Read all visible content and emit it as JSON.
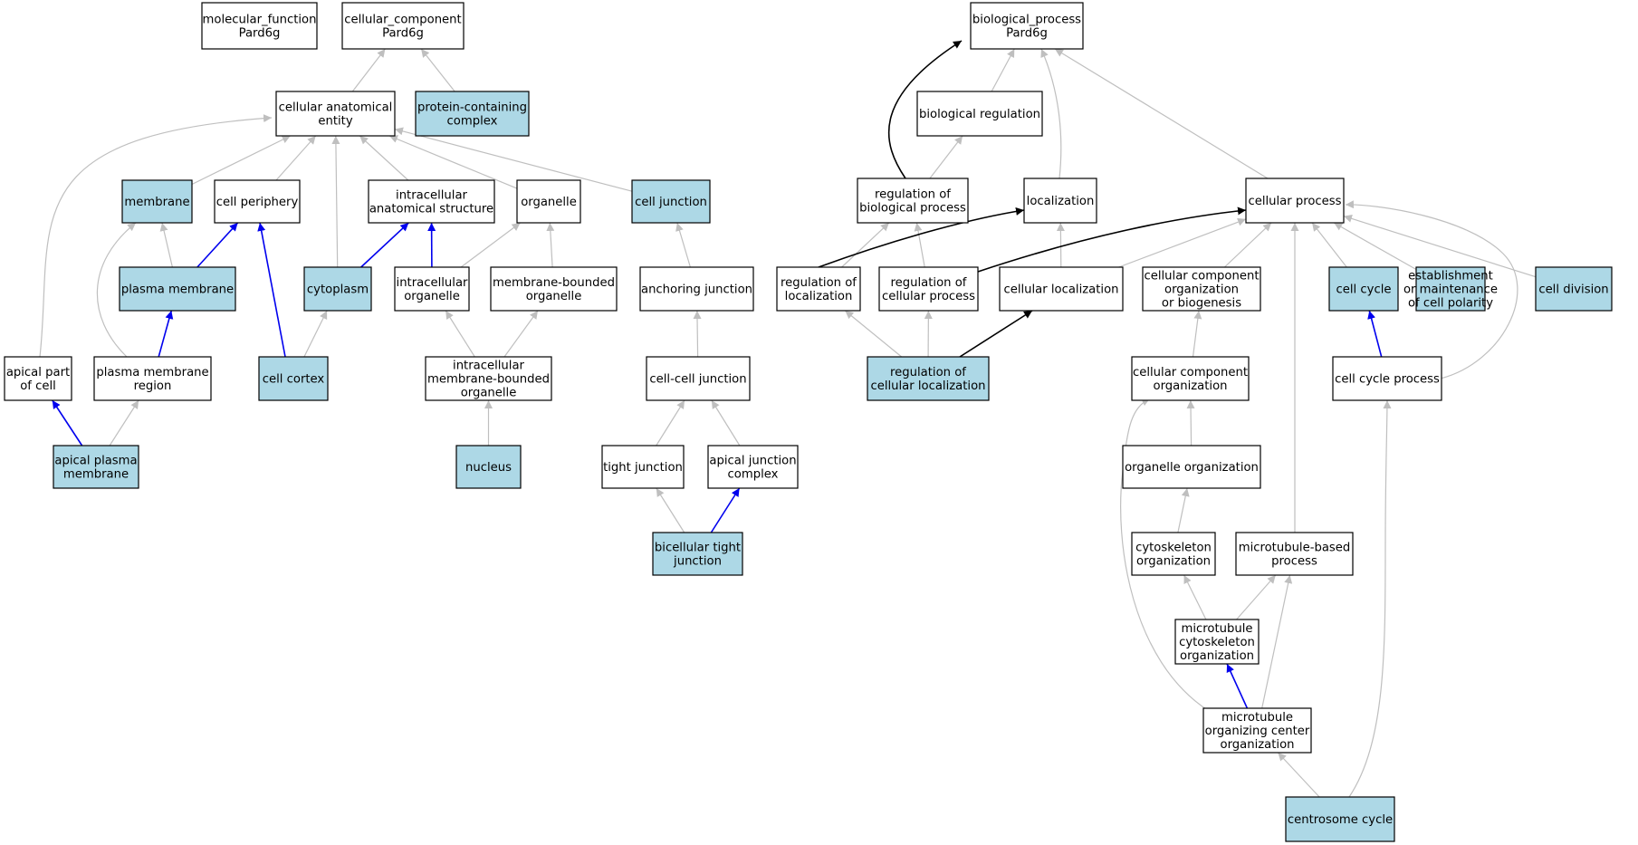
{
  "colors": {
    "highlight_fill": "#add8e6",
    "plain_fill": "#ffffff",
    "edge_is_a": "#bfbfbf",
    "edge_part_of": "#0000ee",
    "edge_regulates": "#000000"
  },
  "nodes": [
    {
      "id": "mf",
      "lines": [
        "molecular_function",
        "Pard6g"
      ],
      "highlight": false
    },
    {
      "id": "cc",
      "lines": [
        "cellular_component",
        "Pard6g"
      ],
      "highlight": false
    },
    {
      "id": "bp",
      "lines": [
        "biological_process",
        "Pard6g"
      ],
      "highlight": false
    },
    {
      "id": "cae",
      "lines": [
        "cellular anatomical",
        "entity"
      ],
      "highlight": false
    },
    {
      "id": "pcc",
      "lines": [
        "protein-containing",
        "complex"
      ],
      "highlight": true
    },
    {
      "id": "biological-regulation",
      "lines": [
        "biological regulation"
      ],
      "highlight": false
    },
    {
      "id": "membrane",
      "lines": [
        "membrane"
      ],
      "highlight": true
    },
    {
      "id": "cell-periphery",
      "lines": [
        "cell periphery"
      ],
      "highlight": false
    },
    {
      "id": "ias",
      "lines": [
        "intracellular",
        "anatomical structure"
      ],
      "highlight": false
    },
    {
      "id": "organelle",
      "lines": [
        "organelle"
      ],
      "highlight": false
    },
    {
      "id": "cell-junction",
      "lines": [
        "cell junction"
      ],
      "highlight": true
    },
    {
      "id": "rbp",
      "lines": [
        "regulation of",
        "biological process"
      ],
      "highlight": false
    },
    {
      "id": "localization",
      "lines": [
        "localization"
      ],
      "highlight": false
    },
    {
      "id": "cellular-process",
      "lines": [
        "cellular process"
      ],
      "highlight": false
    },
    {
      "id": "plasma-membrane",
      "lines": [
        "plasma membrane"
      ],
      "highlight": true
    },
    {
      "id": "cytoplasm",
      "lines": [
        "cytoplasm"
      ],
      "highlight": true
    },
    {
      "id": "intracellular-organelle",
      "lines": [
        "intracellular",
        "organelle"
      ],
      "highlight": false
    },
    {
      "id": "mbo",
      "lines": [
        "membrane-bounded",
        "organelle"
      ],
      "highlight": false
    },
    {
      "id": "anchoring-junction",
      "lines": [
        "anchoring junction"
      ],
      "highlight": false
    },
    {
      "id": "rl",
      "lines": [
        "regulation of",
        "localization"
      ],
      "highlight": false
    },
    {
      "id": "rcp",
      "lines": [
        "regulation of",
        "cellular process"
      ],
      "highlight": false
    },
    {
      "id": "cellular-localization",
      "lines": [
        "cellular localization"
      ],
      "highlight": false
    },
    {
      "id": "ccob",
      "lines": [
        "cellular component",
        "organization",
        "or biogenesis"
      ],
      "highlight": false
    },
    {
      "id": "cell-cycle",
      "lines": [
        "cell cycle"
      ],
      "highlight": true
    },
    {
      "id": "ecp",
      "lines": [
        "establishment",
        "or maintenance",
        "of cell polarity"
      ],
      "highlight": true
    },
    {
      "id": "cell-division",
      "lines": [
        "cell division"
      ],
      "highlight": true
    },
    {
      "id": "apical-part",
      "lines": [
        "apical part",
        "of cell"
      ],
      "highlight": false
    },
    {
      "id": "pmr",
      "lines": [
        "plasma membrane",
        "region"
      ],
      "highlight": false
    },
    {
      "id": "cell-cortex",
      "lines": [
        "cell cortex"
      ],
      "highlight": true
    },
    {
      "id": "imbo",
      "lines": [
        "intracellular",
        "membrane-bounded",
        "organelle"
      ],
      "highlight": false
    },
    {
      "id": "ccj",
      "lines": [
        "cell-cell junction"
      ],
      "highlight": false
    },
    {
      "id": "rcl",
      "lines": [
        "regulation of",
        "cellular localization"
      ],
      "highlight": true
    },
    {
      "id": "cco",
      "lines": [
        "cellular component",
        "organization"
      ],
      "highlight": false
    },
    {
      "id": "ccp",
      "lines": [
        "cell cycle process"
      ],
      "highlight": false
    },
    {
      "id": "apm",
      "lines": [
        "apical plasma",
        "membrane"
      ],
      "highlight": true
    },
    {
      "id": "nucleus",
      "lines": [
        "nucleus"
      ],
      "highlight": true
    },
    {
      "id": "tight-junction",
      "lines": [
        "tight junction"
      ],
      "highlight": false
    },
    {
      "id": "ajc",
      "lines": [
        "apical junction",
        "complex"
      ],
      "highlight": false
    },
    {
      "id": "organelle-organization",
      "lines": [
        "organelle organization"
      ],
      "highlight": false
    },
    {
      "id": "btj",
      "lines": [
        "bicellular tight",
        "junction"
      ],
      "highlight": true
    },
    {
      "id": "cytoskeleton-organization",
      "lines": [
        "cytoskeleton",
        "organization"
      ],
      "highlight": false
    },
    {
      "id": "mbp",
      "lines": [
        "microtubule-based",
        "process"
      ],
      "highlight": false
    },
    {
      "id": "mco",
      "lines": [
        "microtubule",
        "cytoskeleton",
        "organization"
      ],
      "highlight": false
    },
    {
      "id": "mtoc",
      "lines": [
        "microtubule",
        "organizing center",
        "organization"
      ],
      "highlight": false
    },
    {
      "id": "centrosome-cycle",
      "lines": [
        "centrosome cycle"
      ],
      "highlight": true
    }
  ],
  "edges": [
    {
      "from": "cae",
      "to": "cc",
      "type": "is_a"
    },
    {
      "from": "pcc",
      "to": "cc",
      "type": "is_a"
    },
    {
      "from": "membrane",
      "to": "cae",
      "type": "is_a"
    },
    {
      "from": "cell-periphery",
      "to": "cae",
      "type": "is_a"
    },
    {
      "from": "cytoplasm",
      "to": "cae",
      "type": "is_a"
    },
    {
      "from": "ias",
      "to": "cae",
      "type": "is_a"
    },
    {
      "from": "organelle",
      "to": "cae",
      "type": "is_a"
    },
    {
      "from": "cell-junction",
      "to": "cae",
      "type": "is_a"
    },
    {
      "from": "apical-part",
      "to": "cae",
      "type": "is_a"
    },
    {
      "from": "plasma-membrane",
      "to": "membrane",
      "type": "is_a"
    },
    {
      "from": "pmr",
      "to": "membrane",
      "type": "is_a"
    },
    {
      "from": "plasma-membrane",
      "to": "cell-periphery",
      "type": "part_of"
    },
    {
      "from": "cell-cortex",
      "to": "cell-periphery",
      "type": "part_of"
    },
    {
      "from": "cytoplasm",
      "to": "ias",
      "type": "part_of"
    },
    {
      "from": "intracellular-organelle",
      "to": "ias",
      "type": "part_of"
    },
    {
      "from": "intracellular-organelle",
      "to": "organelle",
      "type": "is_a"
    },
    {
      "from": "mbo",
      "to": "organelle",
      "type": "is_a"
    },
    {
      "from": "pmr",
      "to": "plasma-membrane",
      "type": "part_of"
    },
    {
      "from": "cell-cortex",
      "to": "cytoplasm",
      "type": "is_a"
    },
    {
      "from": "imbo",
      "to": "intracellular-organelle",
      "type": "is_a"
    },
    {
      "from": "imbo",
      "to": "mbo",
      "type": "is_a"
    },
    {
      "from": "anchoring-junction",
      "to": "cell-junction",
      "type": "is_a"
    },
    {
      "from": "ccj",
      "to": "anchoring-junction",
      "type": "is_a"
    },
    {
      "from": "apm",
      "to": "apical-part",
      "type": "part_of"
    },
    {
      "from": "apm",
      "to": "pmr",
      "type": "is_a"
    },
    {
      "from": "nucleus",
      "to": "imbo",
      "type": "is_a"
    },
    {
      "from": "tight-junction",
      "to": "ccj",
      "type": "is_a"
    },
    {
      "from": "ajc",
      "to": "ccj",
      "type": "is_a"
    },
    {
      "from": "btj",
      "to": "tight-junction",
      "type": "is_a"
    },
    {
      "from": "btj",
      "to": "ajc",
      "type": "part_of"
    },
    {
      "from": "biological-regulation",
      "to": "bp",
      "type": "is_a"
    },
    {
      "from": "localization",
      "to": "bp",
      "type": "is_a"
    },
    {
      "from": "cellular-process",
      "to": "bp",
      "type": "is_a"
    },
    {
      "from": "rbp",
      "to": "bp",
      "type": "regulates"
    },
    {
      "from": "rbp",
      "to": "biological-regulation",
      "type": "is_a"
    },
    {
      "from": "rl",
      "to": "rbp",
      "type": "is_a"
    },
    {
      "from": "rcp",
      "to": "rbp",
      "type": "is_a"
    },
    {
      "from": "rl",
      "to": "localization",
      "type": "regulates"
    },
    {
      "from": "cellular-localization",
      "to": "localization",
      "type": "is_a"
    },
    {
      "from": "rcp",
      "to": "cellular-process",
      "type": "regulates"
    },
    {
      "from": "cellular-localization",
      "to": "cellular-process",
      "type": "is_a"
    },
    {
      "from": "ccob",
      "to": "cellular-process",
      "type": "is_a"
    },
    {
      "from": "cell-cycle",
      "to": "cellular-process",
      "type": "is_a"
    },
    {
      "from": "ecp",
      "to": "cellular-process",
      "type": "is_a"
    },
    {
      "from": "cell-division",
      "to": "cellular-process",
      "type": "is_a"
    },
    {
      "from": "mbp",
      "to": "cellular-process",
      "type": "is_a"
    },
    {
      "from": "ccp",
      "to": "cellular-process",
      "type": "is_a"
    },
    {
      "from": "rcl",
      "to": "rl",
      "type": "is_a"
    },
    {
      "from": "rcl",
      "to": "rcp",
      "type": "is_a"
    },
    {
      "from": "rcl",
      "to": "cellular-localization",
      "type": "regulates"
    },
    {
      "from": "cco",
      "to": "ccob",
      "type": "is_a"
    },
    {
      "from": "ccp",
      "to": "cell-cycle",
      "type": "part_of"
    },
    {
      "from": "organelle-organization",
      "to": "cco",
      "type": "is_a"
    },
    {
      "from": "mtoc",
      "to": "cco",
      "type": "is_a"
    },
    {
      "from": "cytoskeleton-organization",
      "to": "organelle-organization",
      "type": "is_a"
    },
    {
      "from": "mco",
      "to": "cytoskeleton-organization",
      "type": "is_a"
    },
    {
      "from": "mco",
      "to": "mbp",
      "type": "is_a"
    },
    {
      "from": "mtoc",
      "to": "mbp",
      "type": "is_a"
    },
    {
      "from": "mtoc",
      "to": "mco",
      "type": "part_of"
    },
    {
      "from": "centrosome-cycle",
      "to": "mtoc",
      "type": "is_a"
    },
    {
      "from": "centrosome-cycle",
      "to": "ccp",
      "type": "is_a"
    }
  ]
}
